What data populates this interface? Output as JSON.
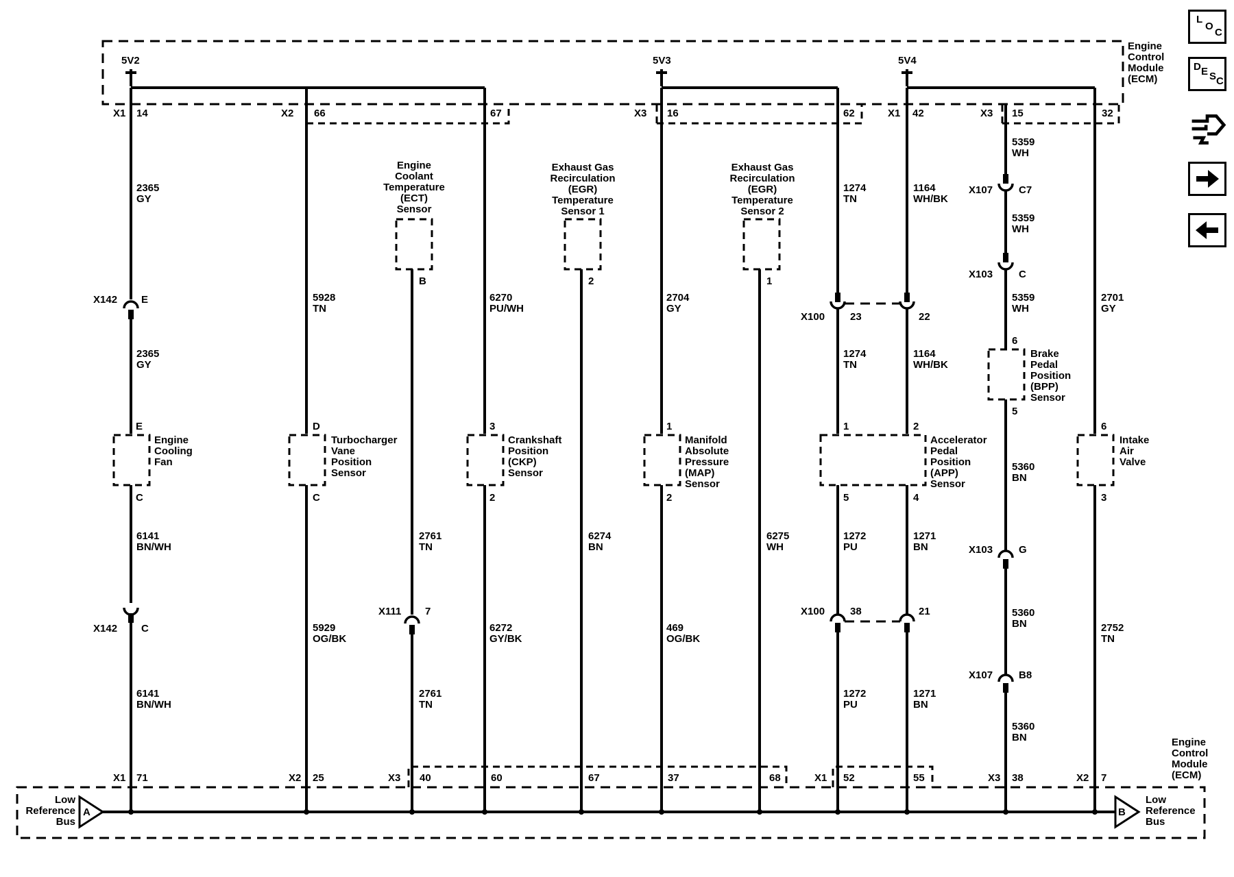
{
  "ecm_label": [
    "Engine",
    "Control",
    "Module",
    "(ECM)"
  ],
  "supplies": [
    "5V2",
    "5V3",
    "5V4"
  ],
  "top_connectors": {
    "c1": "X1",
    "p1": "14",
    "c2": "X2",
    "p2": "66",
    "p3": "67",
    "c3": "X3",
    "p4": "16",
    "p5": "62",
    "c4": "X1",
    "p6": "42",
    "c5": "X3",
    "p7": "15",
    "p8": "32"
  },
  "bottom_connectors": {
    "c1": "X1",
    "p1": "71",
    "c2": "X2",
    "p2": "25",
    "c3": "X3",
    "p3": "40",
    "p4": "60",
    "p5": "67",
    "p6": "37",
    "p7": "68",
    "c4": "X1",
    "p8": "52",
    "p9": "55",
    "c5": "X3",
    "p10": "38",
    "c6": "X2",
    "p11": "7"
  },
  "wires": {
    "w1": [
      "2365",
      "GY"
    ],
    "w2": [
      "2365",
      "GY"
    ],
    "w3": [
      "6141",
      "BN/WH"
    ],
    "w4": [
      "6141",
      "BN/WH"
    ],
    "w5": [
      "5928",
      "TN"
    ],
    "w6": [
      "5929",
      "OG/BK"
    ],
    "w7": [
      "2761",
      "TN"
    ],
    "w8": [
      "2761",
      "TN"
    ],
    "w9": [
      "6270",
      "PU/WH"
    ],
    "w10": [
      "6272",
      "GY/BK"
    ],
    "w11": [
      "6274",
      "BN"
    ],
    "w12": [
      "2704",
      "GY"
    ],
    "w13": [
      "469",
      "OG/BK"
    ],
    "w14": [
      "6275",
      "WH"
    ],
    "w15": [
      "1274",
      "TN"
    ],
    "w16": [
      "1274",
      "TN"
    ],
    "w17": [
      "1272",
      "PU"
    ],
    "w18": [
      "1272",
      "PU"
    ],
    "w19": [
      "1164",
      "WH/BK"
    ],
    "w20": [
      "1164",
      "WH/BK"
    ],
    "w21": [
      "1271",
      "BN"
    ],
    "w22": [
      "1271",
      "BN"
    ],
    "w23": [
      "5359",
      "WH"
    ],
    "w24": [
      "5359",
      "WH"
    ],
    "w25": [
      "5359",
      "WH"
    ],
    "w26": [
      "5360",
      "BN"
    ],
    "w27": [
      "5360",
      "BN"
    ],
    "w28": [
      "5360",
      "BN"
    ],
    "w29": [
      "2701",
      "GY"
    ],
    "w30": [
      "2752",
      "TN"
    ]
  },
  "inline_connectors": {
    "x142a": "X142",
    "x142a_pin": "E",
    "x142b": "X142",
    "x142b_pin": "C",
    "x111": "X111",
    "x111_pin": "7",
    "x100a": "X100",
    "x100a_pin1": "23",
    "x100a_pin2": "22",
    "x100b": "X100",
    "x100b_pin1": "38",
    "x100b_pin2": "21",
    "x107a": "X107",
    "x107a_pin": "C7",
    "x103a": "X103",
    "x103a_pin": "C",
    "x103b": "X103",
    "x103b_pin": "G",
    "x107b": "X107",
    "x107b_pin": "B8"
  },
  "components": {
    "cooling_fan": {
      "label": [
        "Engine",
        "Cooling",
        "Fan"
      ],
      "pin_top": "E",
      "pin_bottom": "C"
    },
    "turbo": {
      "label": [
        "Turbocharger",
        "Vane",
        "Position",
        "Sensor"
      ],
      "pin_top": "D",
      "pin_bottom": "C"
    },
    "ect": {
      "label": [
        "Engine",
        "Coolant",
        "Temperature",
        "(ECT)",
        "Sensor"
      ],
      "pin_bottom": "B"
    },
    "ckp": {
      "label": [
        "Crankshaft",
        "Position",
        "(CKP)",
        "Sensor"
      ],
      "pin_top": "3",
      "pin_bottom": "2"
    },
    "egr1": {
      "label": [
        "Exhaust Gas",
        "Recirculation",
        "(EGR)",
        "Temperature",
        "Sensor 1"
      ],
      "pin_bottom": "2"
    },
    "map": {
      "label": [
        "Manifold",
        "Absolute",
        "Pressure",
        "(MAP)",
        "Sensor"
      ],
      "pin_top": "1",
      "pin_bottom": "2"
    },
    "egr2": {
      "label": [
        "Exhaust Gas",
        "Recirculation",
        "(EGR)",
        "Temperature",
        "Sensor 2"
      ],
      "pin_bottom": "1"
    },
    "app": {
      "label": [
        "Accelerator",
        "Pedal",
        "Position",
        "(APP)",
        "Sensor"
      ],
      "pin1": "1",
      "pin2": "2",
      "pin5": "5",
      "pin4": "4"
    },
    "bpp": {
      "label": [
        "Brake",
        "Pedal",
        "Position",
        "(BPP)",
        "Sensor"
      ],
      "pin_top": "6",
      "pin_bottom": "5"
    },
    "iav": {
      "label": [
        "Intake",
        "Air",
        "Valve"
      ],
      "pin_top": "6",
      "pin_bottom": "3"
    }
  },
  "bus": {
    "left_letter": "A",
    "right_letter": "B",
    "left_label": [
      "Low",
      "Reference",
      "Bus"
    ],
    "right_label": [
      "Low",
      "Reference",
      "Bus"
    ]
  },
  "nav": {
    "loc": [
      "L",
      "O",
      "C"
    ],
    "desc": [
      "D",
      "E",
      "S",
      "C"
    ]
  }
}
